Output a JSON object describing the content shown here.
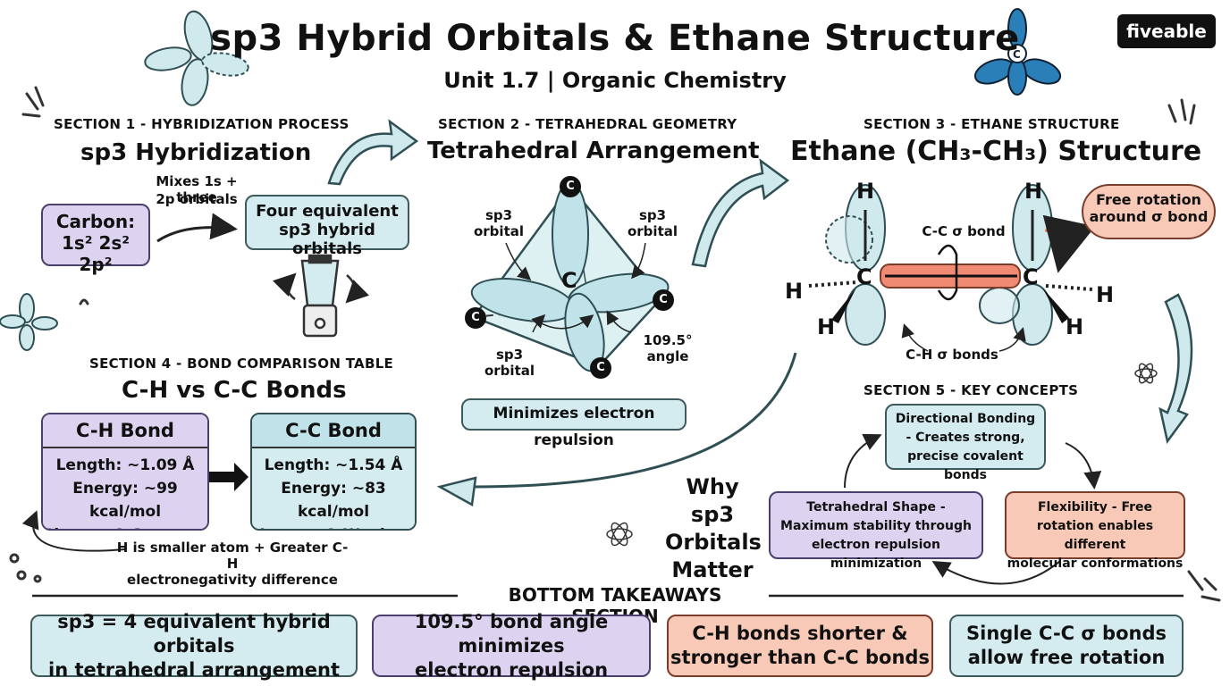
{
  "header": {
    "title": "sp3 Hybrid Orbitals & Ethane Structure",
    "subtitle": "Unit 1.7 | Organic Chemistry",
    "logo": "fiveable"
  },
  "section1": {
    "label": "SECTION 1 - HYBRIDIZATION PROCESS",
    "title": "sp3 Hybridization",
    "carbon_label": "Carbon:",
    "carbon_config": "1s² 2s² 2p²",
    "mix_note_1": "Mixes 1s + three",
    "mix_note_2": "2p orbitals",
    "result_1": "Four equivalent",
    "result_2": "sp3 hybrid orbitals"
  },
  "section2": {
    "label": "SECTION 2 - TETRAHEDRAL GEOMETRY",
    "title": "Tetrahedral Arrangement",
    "orbital_word_1": "sp3",
    "orbital_word_2": "orbital",
    "center_atom": "C",
    "outer_atom": "C",
    "angle_value": "109.5°",
    "angle_word": "angle",
    "caption": "Minimizes electron repulsion"
  },
  "section3": {
    "label": "SECTION 3 - ETHANE STRUCTURE",
    "title": "Ethane (CH₃-CH₃) Structure",
    "h": "H",
    "c": "C",
    "cc_bond": "C-C σ bond",
    "ch_bonds": "C-H σ bonds",
    "bubble_1": "Free rotation",
    "bubble_2": "around σ bond"
  },
  "section4": {
    "label": "SECTION 4 - BOND COMPARISON TABLE",
    "title": "C-H vs C-C Bonds",
    "ch": {
      "head": "C-H Bond",
      "length": "Length: ~1.09 Å",
      "energy": "Energy: ~99 kcal/mol",
      "summary": "Shorter & Stronger"
    },
    "cc": {
      "head": "C-C Bond",
      "length": "Length: ~1.54 Å",
      "energy": "Energy: ~83 kcal/mol",
      "summary": "Longer & Weaker"
    },
    "note_1": "H is smaller atom + Greater C-H",
    "note_2": "electronegativity difference"
  },
  "section5": {
    "label": "SECTION 5 - KEY CONCEPTS",
    "why_1": "Why sp3",
    "why_2": "Orbitals",
    "why_3": "Matter",
    "directional": [
      "Directional Bonding",
      "- Creates strong,",
      "precise covalent bonds"
    ],
    "tetra": [
      "Tetrahedral Shape -",
      "Maximum stability through",
      "electron repulsion minimization"
    ],
    "flex": [
      "Flexibility - Free",
      "rotation enables different",
      "molecular conformations"
    ]
  },
  "bottom": {
    "label": "BOTTOM TAKEAWAYS SECTION",
    "items": [
      [
        "sp3 = 4 equivalent hybrid orbitals",
        "in tetrahedral arrangement"
      ],
      [
        "109.5° bond angle minimizes",
        "electron repulsion"
      ],
      [
        "C-H bonds shorter &",
        "stronger than C-C bonds"
      ],
      [
        "Single C-C σ bonds",
        "allow free rotation"
      ]
    ]
  },
  "colors": {
    "teal": "#d4ecef",
    "purple": "#ddd3f0",
    "salmon": "#f8c9b6",
    "bond_red": "#f08a73",
    "blue_orbital": "#2a7fb8"
  }
}
